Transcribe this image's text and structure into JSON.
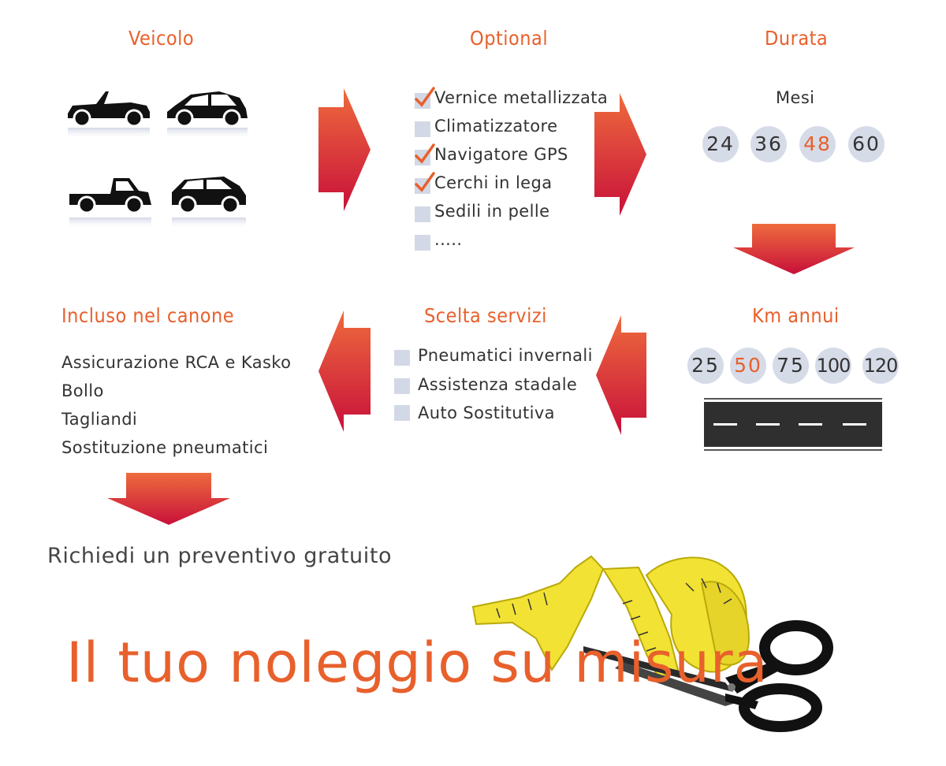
{
  "sections": {
    "veicolo": {
      "title": "Veicolo"
    },
    "optional": {
      "title": "Optional",
      "items": [
        {
          "label": "Vernice metallizzata",
          "checked": true
        },
        {
          "label": "Climatizzatore",
          "checked": false
        },
        {
          "label": "Navigatore GPS",
          "checked": true
        },
        {
          "label": "Cerchi in lega",
          "checked": true
        },
        {
          "label": "Sedili in pelle",
          "checked": false
        },
        {
          "label": ".....",
          "checked": false
        }
      ]
    },
    "durata": {
      "title": "Durata",
      "subtitle": "Mesi",
      "options": [
        "24",
        "36",
        "48",
        "60"
      ],
      "selected": "48"
    },
    "km": {
      "title": "Km annui",
      "options": [
        "25",
        "50",
        "75",
        "100",
        "120"
      ],
      "selected": "50"
    },
    "servizi": {
      "title": "Scelta servizi",
      "items": [
        "Pneumatici invernali",
        "Assistenza stadale",
        "Auto Sostitutiva"
      ]
    },
    "incluso": {
      "title": "Incluso nel canone",
      "items": [
        "Assicurazione RCA e Kasko",
        "Bollo",
        "Tagliandi",
        "Sostituzione pneumatici"
      ]
    }
  },
  "cta": "Richiedi un preventivo gratuito",
  "tagline": "Il tuo noleggio su misura",
  "colors": {
    "accent": "#e8602c",
    "arrow_top": "#e94e35",
    "arrow_bottom": "#c8103a",
    "pill": "#d6dbe8",
    "checkbox": "#d3d8e6"
  },
  "icons": [
    "convertible-car-icon",
    "hatchback-car-icon",
    "pickup-truck-icon",
    "suv-car-icon",
    "checkmark-icon",
    "right-arrow-icon",
    "down-arrow-icon",
    "left-arrow-icon",
    "road-icon",
    "measuring-tape-icon",
    "scissors-icon"
  ]
}
